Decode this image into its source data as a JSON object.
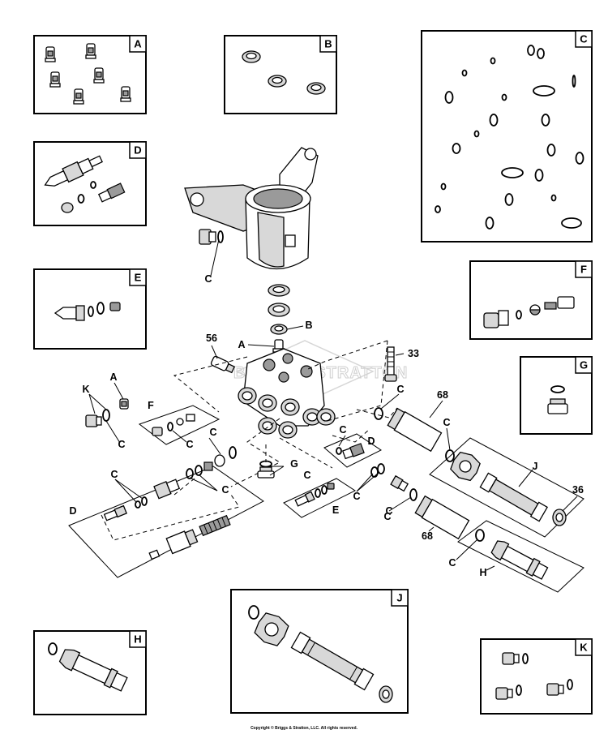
{
  "kits": {
    "A": "A",
    "B": "B",
    "C": "C",
    "D": "D",
    "E": "E",
    "F": "F",
    "G": "G",
    "H": "H",
    "J": "J",
    "K": "K"
  },
  "callouts": {
    "c_pipe": "C",
    "b_main": "B",
    "a_main": "A",
    "p56": "56",
    "p33": "33",
    "a_left": "A",
    "k_left": "K",
    "c_k": "C",
    "f_tray": "F",
    "c_f": "C",
    "c_upper": "C",
    "c_mid_left": "C",
    "c_mid_right": "C",
    "d_left": "D",
    "g_main": "G",
    "c_e": "C",
    "e_tray": "E",
    "c_d_tray": "C",
    "d_tray": "D",
    "c_cross1": "C",
    "c_cross2": "C",
    "c_68_top": "C",
    "p68_top": "68",
    "c_j_left": "C",
    "j_main": "J",
    "p36": "36",
    "c_68_bot": "C",
    "p68_bot": "68",
    "c_h": "C",
    "h_main": "H"
  },
  "watermark": "BRIGGS&STRATTON",
  "copyright": "Copyright © Briggs & Stratton, LLC. All rights reserved.",
  "colors": {
    "line": "#000000",
    "fill": "#ffffff",
    "shade": "#d8d8d8"
  }
}
